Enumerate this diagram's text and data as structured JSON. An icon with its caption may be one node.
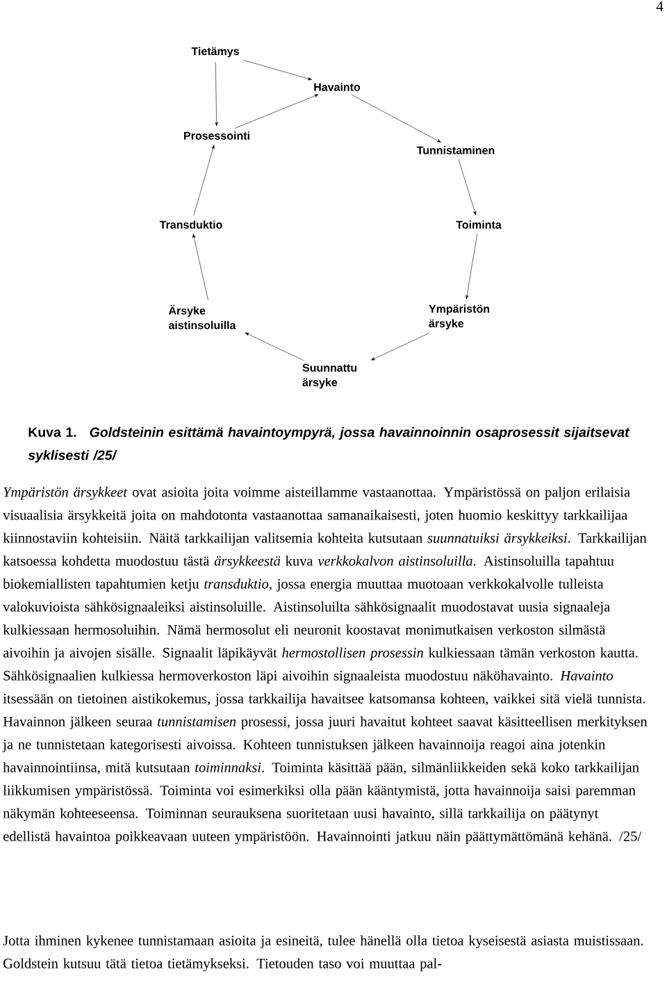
{
  "diagram": {
    "caption": "Goldsteinin esittämä havaintoympyrä, jossa havainnoinnin osaprosessit sijaitsevat syklisesti /25/",
    "nodes": [
      {
        "text": [
          "Tietämys"
        ]
      },
      {
        "text": [
          "Havainto"
        ]
      },
      {
        "text": [
          "Prosessointi"
        ]
      },
      {
        "text": [
          "Tunnistaminen"
        ]
      },
      {
        "text": [
          "Transduktio"
        ]
      },
      {
        "text": [
          "Toiminta"
        ]
      },
      {
        "text": [
          "Ärsyke aistinsoluilla"
        ]
      },
      {
        "text": [
          "Ympäristön ärsyke"
        ]
      },
      {
        "text": [
          "Suunnattu ärsyke"
        ]
      }
    ],
    "edges": [
      {
        "from": 0,
        "to": 1,
        "arrow": "to"
      },
      {
        "from": 0,
        "to": 2,
        "arrow": "to"
      },
      {
        "from": 2,
        "to": 1,
        "arrow": "to"
      },
      {
        "from": 1,
        "to": 3,
        "arrow": "to"
      },
      {
        "from": 3,
        "to": 5,
        "arrow": "to"
      },
      {
        "from": 5,
        "to": 7,
        "arrow": "to"
      },
      {
        "from": 7,
        "to": 8,
        "arrow": "to"
      },
      {
        "from": 8,
        "to": 6,
        "arrow": "to"
      },
      {
        "from": 6,
        "to": 4,
        "arrow": "to"
      },
      {
        "from": 4,
        "to": 2,
        "arrow": "to"
      }
    ],
    "labels": [
      "4",
      "Kuva 1.",
      "*Ympäristön ärsykkeet* ovat asioita joita voimme aisteillamme vastaanottaa. Ympäristössä on paljon erilaisia visuaalisia ärsykkeitä joita on mahdotonta vastaanottaa samanaikaisesti, joten huomio keskittyy tarkkailijaa kiinnostaviin kohteisiin. Näitä tarkkailijan valitsemia kohteita kutsutaan *suunnatuiksi ärsykkeiksi*. Tarkkailijan katsoessa kohdetta muodostuu tästä *ärsykkeestä* kuva *verkkokalvon aistinsoluilla*. Aistinsoluilla tapahtuu biokemiallisten tapahtumien ketju *transduktio,* jossa energia muuttaa muotoaan verkkokalvolle tulleista valokuvioista sähkösignaaleiksi aistinsoluille. Aistinsoluilta sähkösignaalit muodostavat uusia signaaleja kulkiessaan hermosoluihin. Nämä hermosolut eli neuronit koostavat monimutkaisen verkoston silmästä aivoihin ja aivojen sisälle. Signaalit läpikäyvät *hermostollisen prosessin* kulkiessaan tämän verkoston kautta. Sähkösignaalien kulkiessa hermoverkoston läpi aivoihin signaaleista muodostuu näköhavainto. *Havainto* itsessään on tietoinen aistikokemus, jossa tarkkailija havaitsee katsomansa kohteen, vaikkei sitä vielä tunnista. Havainnon jälkeen seuraa *tunnistamisen* prosessi, jossa juuri havaitut kohteet saavat käsitteellisen merkityksen ja ne tunnistetaan kategorisesti aivoissa. Kohteen tunnistuksen jälkeen havainnoija reagoi aina jotenkin havainnointiinsa, mitä kutsutaan *toiminnaksi*. Toiminta käsittää pään, silmänliikkeiden sekä koko tarkkailijan liikkumisen ympäristössä. Toiminta voi esimerkiksi olla pään kääntymistä, jotta havainnoija saisi paremman näkymän kohteeseensa. Toiminnan seurauksena suoritetaan uusi havainto, sillä tarkkailija on päätynyt edellistä havaintoa poikkeavaan uuteen ympäristöön. Havainnointi jatkuu näin päättymättömänä kehänä. /25/",
      "Jotta ihminen kykenee tunnistamaan asioita ja esineitä, tulee hänellä olla tietoa kyseisestä asiasta muistissaan. Goldstein kutsuu tätä tietoa tietämykseksi. Tietouden taso voi muuttaa pal-"
    ]
  }
}
